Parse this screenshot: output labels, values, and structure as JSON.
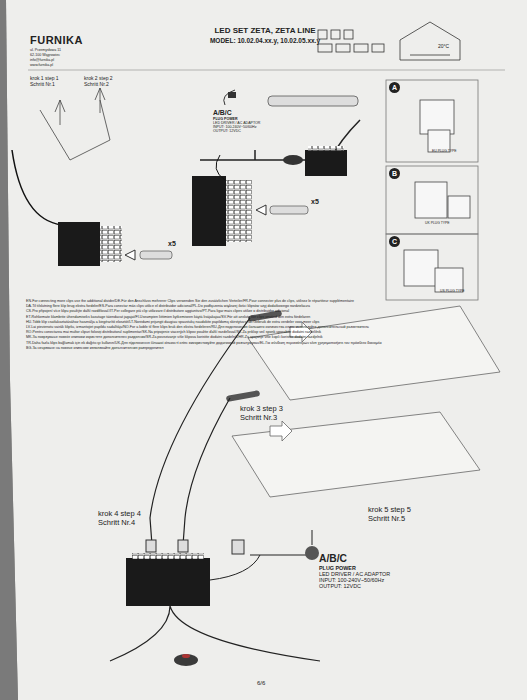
{
  "diagram": {
    "title": "LED SET ZETA, ZETA LINE",
    "nodes": [
      {
        "text": [
          "A/B/C",
          "PLUG POWER",
          "LED DRIVER / AC ADAPTOR",
          "INPUT: 100-240V~50/60Hz",
          "OUTPUT: 12VDC"
        ]
      },
      {
        "text": [
          "A"
        ]
      },
      {
        "text": [
          "B"
        ]
      },
      {
        "text": [
          "C"
        ]
      },
      {
        "text": [
          "A/B/C",
          "PLUG POWER",
          "LED DRIVER / AC ADAPTOR",
          "INPUT: 100-240V~50/60Hz",
          "OUTPUT: 12VDC"
        ]
      }
    ],
    "labels": [
      "FURNIKA",
      "ul. Przemysłowa 11",
      "62-100 Wągrowiec",
      "info@furnika.pl",
      "www.furnika.pl",
      "MODEL: 10.02.04.xx.y, 10.02.05.xx.y",
      "20°C",
      "krok 1 step 1 Schritt Nr.1",
      "krok 2 step 2 Schritt Nr.2",
      "x5",
      "x5",
      "EU PLUG TYPE",
      "UK PLUG TYPE",
      "US PLUG TYPE",
      "EN-For connecting more clips use the additional divider/DE-Für den Anschluss mehrerer Clips verwenden Sie den zusätzlichen Verteiler/FR-Pour connecter plus de clips, utilisez le répartiteur supplémentaire",
      "DA-Til tilslutning flere klip brug ekstra fordeler/ES-Para conectar más clips utilice el distribuidor adicional/PL-Do podłączenia większej ilości klipsów użyj dodatkowego rozdzielacza",
      "CS-Pro připojení více klipů použijte další rozdělovač/IT-Per collegare più clip utilizzare il distributore aggiuntivo/PT-Para ligar mais clipes utilize o distribuidor adicional",
      "ET-Rohkemate klambrite ühendamiseks kasutage täiendavat jagajat/FI-Useampien liittimien kytkemiseen käytä lisäjakajaa/SV-För att ansluta fler clips använd den extra fördelaren",
      "HU-Több klip csatlakoztatásához használja a kiegészítő elosztót/LT-Norėdami prijungti daugiau spaustukų naudokite papildomą skirstytuvą/NL-Gebruik de extra verdeler voor meer clips",
      "LV-Lai pievienotu vairāk klipšu, izmantojiet papildu sadalītāju/NO-For å koble til flere klips bruk den ekstra fordeleren/RU-Для подключения большего количества клипс используйте дополнительный разветвитель",
      "RO-Pentru conectarea mai multor clipuri folosiți distribuitorul suplimentar/SK-Na pripojenie viacerých klipov použite ďalší rozdeľovač/SL-Za priklop več sponk uporabite dodatni razdelilnik",
      "MK-За поврзување повеќе клипови користете дополнителен разделник/SR-Za povezivanje više klipova koristite dodatni razdelnik/HR-Za spajanje više kopči koristite dodatni razdjelnik",
      "TR-Daha fazla klips bağlamak için ek dağıtıcıyı kullanın/UK-Для підключення більшої кількості кліпс використовуйте додатковий розгалужувач/EL-Για σύνδεση περισσότερων κλιπ χρησιμοποιήστε τον πρόσθετο διανομέα",
      "BG-За свързване на повече клипсове използвайте допълнителния разпределител",
      "krok 3 step 3 Schritt Nr.3",
      "krok 4 step 4 Schritt Nr.4",
      "krok 5 step 5 Schritt Nr.5",
      "6/6"
    ]
  }
}
